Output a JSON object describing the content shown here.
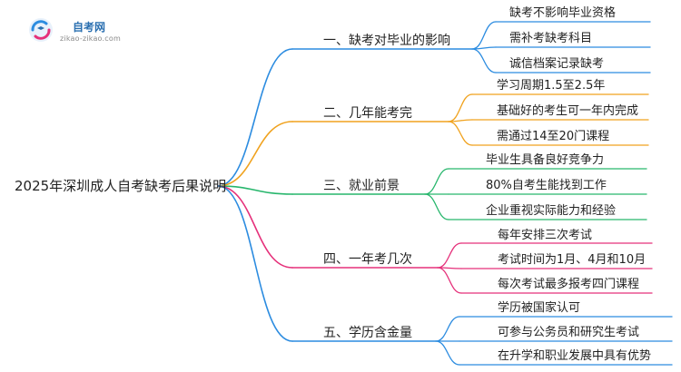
{
  "logo": {
    "name": "自考网",
    "url": "zikao-zikao.com"
  },
  "colors": {
    "branch1": "#2c8ce0",
    "branch2": "#f0a21e",
    "branch3": "#27b66c",
    "branch4": "#e5307a",
    "branch5": "#2c8ce0"
  },
  "root": "2025年深圳成人自考缺考后果说明",
  "branches": [
    {
      "label": "一、缺考对毕业的影响",
      "children": [
        "缺考不影响毕业资格",
        "需补考缺考科目",
        "诚信档案记录缺考"
      ]
    },
    {
      "label": "二、几年能考完",
      "children": [
        "学习周期1.5至2.5年",
        "基础好的考生可一年内完成",
        "需通过14至20门课程"
      ]
    },
    {
      "label": "三、就业前景",
      "children": [
        "毕业生具备良好竞争力",
        "80%自考生能找到工作",
        "企业重视实际能力和经验"
      ]
    },
    {
      "label": "四、一年考几次",
      "children": [
        "每年安排三次考试",
        "考试时间为1月、4月和10月",
        "每次考试最多报考四门课程"
      ]
    },
    {
      "label": "五、学历含金量",
      "children": [
        "学历被国家认可",
        "可参与公务员和研究生考试",
        "在升学和职业发展中具有优势"
      ]
    }
  ]
}
